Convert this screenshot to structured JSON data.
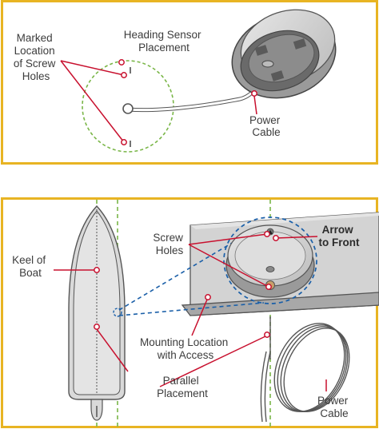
{
  "top_panel": {
    "labels": {
      "screw_holes": [
        "Marked",
        "Location",
        "of Screw",
        "Holes"
      ],
      "sensor_placement": [
        "Heading Sensor",
        "Placement"
      ],
      "power_cable": [
        "Power",
        "Cable"
      ]
    }
  },
  "bottom_panel": {
    "labels": {
      "keel": [
        "Keel of",
        "Boat"
      ],
      "screw_holes": [
        "Screw",
        "Holes"
      ],
      "arrow_front": [
        "Arrow",
        "to Front"
      ],
      "mounting": [
        "Mounting Location",
        "with Access"
      ],
      "parallel": [
        "Parallel",
        "Placement"
      ],
      "power_cable": [
        "Power",
        "Cable"
      ]
    }
  },
  "colors": {
    "frame": "#e8b423",
    "callout": "#c8102e",
    "guide_dashed": "#7ab648",
    "zoom_dashed": "#1a5fa8"
  }
}
